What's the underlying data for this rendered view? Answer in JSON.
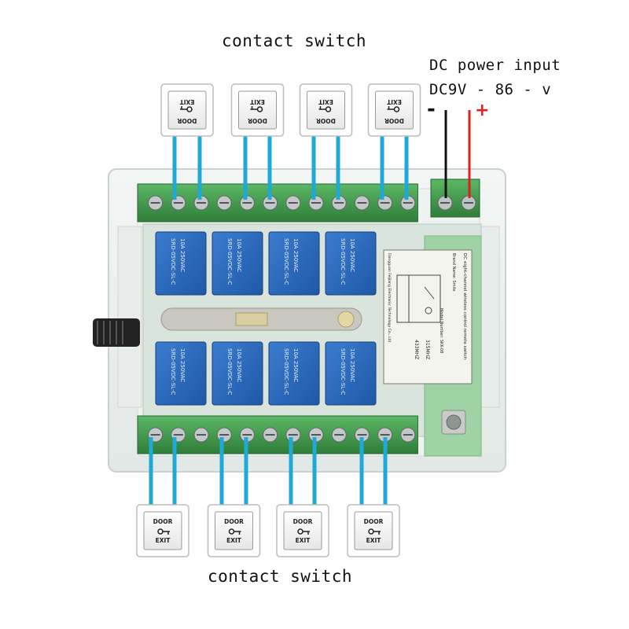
{
  "labels": {
    "top_title": "contact switch",
    "bottom_title": "contact switch",
    "power_title": "DC power input",
    "power_voltage": "DC9V - 86 - v",
    "minus_sign": "-",
    "plus_sign": "+"
  },
  "switch_plate": {
    "line1": "DOOR",
    "line2": "EXIT"
  },
  "relay": {
    "line1": "SRD-05VDC-SL-C",
    "line2": "10A 250VAC"
  },
  "module_label": {
    "heading": "DC eight-channel wireless control remote switch",
    "brand": "Brand Name: Smile",
    "model": "Model Number: SKK-08",
    "freq_a": "315MHZ",
    "freq_b": "433MHZ",
    "maker": "Dongguan Feijiang Electronic Technology Co., Ltd"
  },
  "colors": {
    "wire": "#1fa9d8",
    "terminal_green": "#3f9a4a",
    "relay_blue": "#2a66b8",
    "positive_wire": "#e02020",
    "negative_wire": "#111111"
  },
  "counts": {
    "top_switches": 4,
    "bottom_switches": 4,
    "relays": 8
  }
}
